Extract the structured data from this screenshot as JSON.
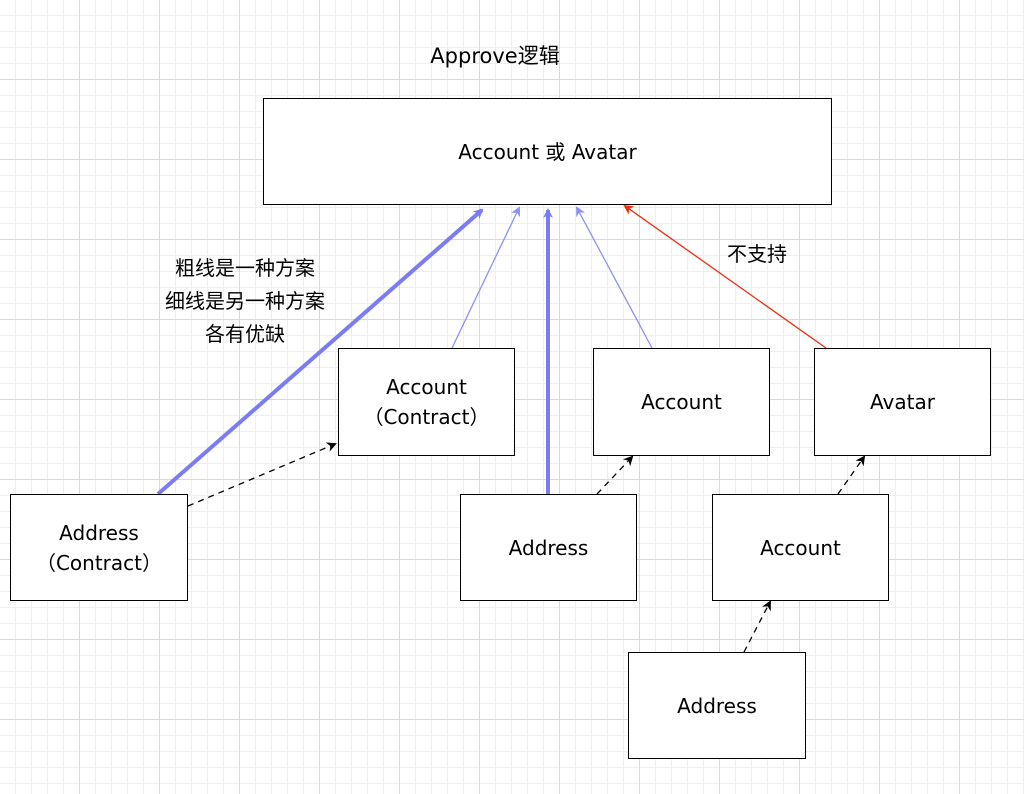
{
  "diagram": {
    "title": "Approve逻辑",
    "nodes": {
      "top": "Account 或 Avatar",
      "account_contract": [
        "Account",
        "（Contract）"
      ],
      "account_mid": "Account",
      "avatar": "Avatar",
      "address_contract": [
        "Address",
        "（Contract）"
      ],
      "address_mid": "Address",
      "account_right": "Account",
      "address_bottom": "Address"
    },
    "legend_note": [
      "粗线是一种方案",
      "细线是另一种方案",
      "各有优缺"
    ],
    "unsupported_label": "不支持",
    "colors": {
      "thick_line": "#7b7cf5",
      "thin_line": "#8e8ff5",
      "unsupported": "#f52a0c",
      "dashed": "#000000"
    }
  }
}
